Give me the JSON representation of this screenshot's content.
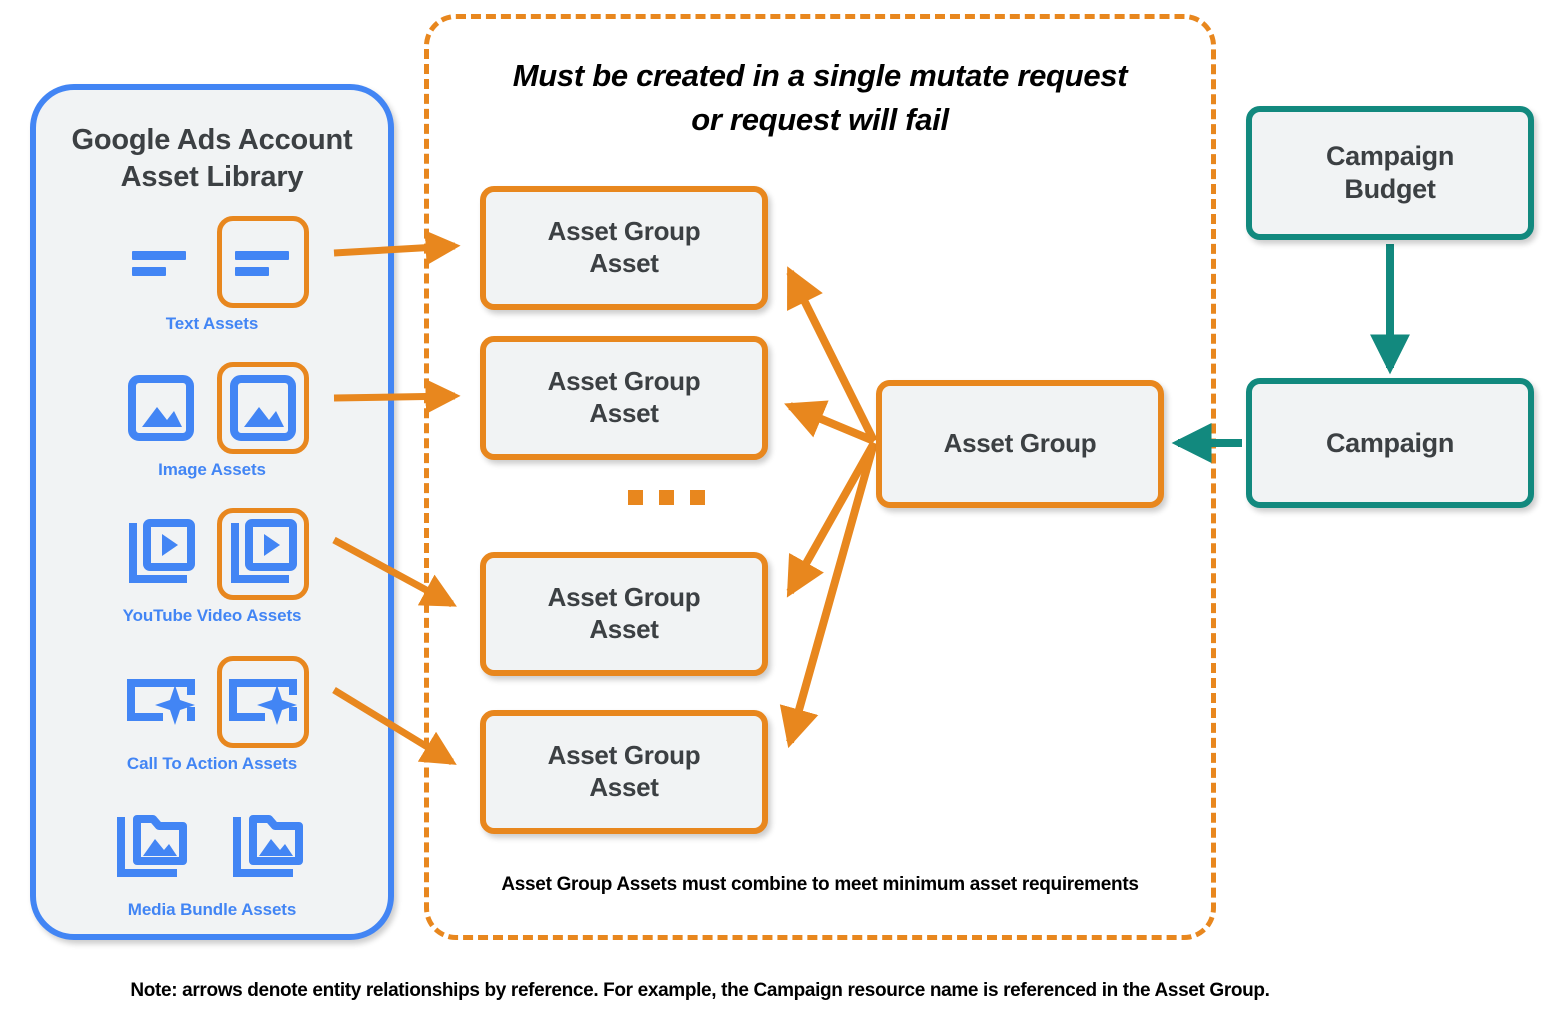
{
  "library": {
    "title": "Google Ads Account\nAsset Library",
    "title_line1": "Google Ads Account",
    "title_line2": "Asset Library",
    "border_color": "#4285f4",
    "items": [
      {
        "label": "Text Assets",
        "icon": "text-asset-icon",
        "highlighted": true
      },
      {
        "label": "Image Assets",
        "icon": "image-asset-icon",
        "highlighted": true
      },
      {
        "label": "YouTube Video  Assets",
        "icon": "video-asset-icon",
        "highlighted": true
      },
      {
        "label": "Call To Action Assets",
        "icon": "call-to-action-asset-icon",
        "highlighted": true
      },
      {
        "label": "Media Bundle  Assets",
        "icon": "media-bundle-asset-icon",
        "highlighted": false
      }
    ]
  },
  "mutate_container": {
    "title_line1": "Must be created in a single mutate request",
    "title_line2": "or request will fail",
    "footer": "Asset Group Assets must combine to meet minimum asset requirements",
    "border_color": "#e8871e",
    "border_style": "dashed"
  },
  "nodes": {
    "asset_group_assets": [
      {
        "line1": "Asset Group",
        "line2": "Asset"
      },
      {
        "line1": "Asset Group",
        "line2": "Asset"
      },
      {
        "line1": "Asset Group",
        "line2": "Asset"
      },
      {
        "line1": "Asset Group",
        "line2": "Asset"
      }
    ],
    "ellipsis": "...",
    "asset_group": {
      "label": "Asset Group",
      "color": "#e8871e"
    },
    "campaign_budget": {
      "line1": "Campaign",
      "line2": "Budget",
      "color": "#12897e"
    },
    "campaign": {
      "label": "Campaign",
      "color": "#12897e"
    }
  },
  "footer_note": "Note: arrows denote entity relationships by reference. For example, the Campaign resource name is referenced in the Asset Group.",
  "colors": {
    "orange": "#e8871e",
    "teal": "#12897e",
    "blue": "#4285f4",
    "node_fill": "#f1f3f4",
    "text_dark": "#3c4043"
  }
}
